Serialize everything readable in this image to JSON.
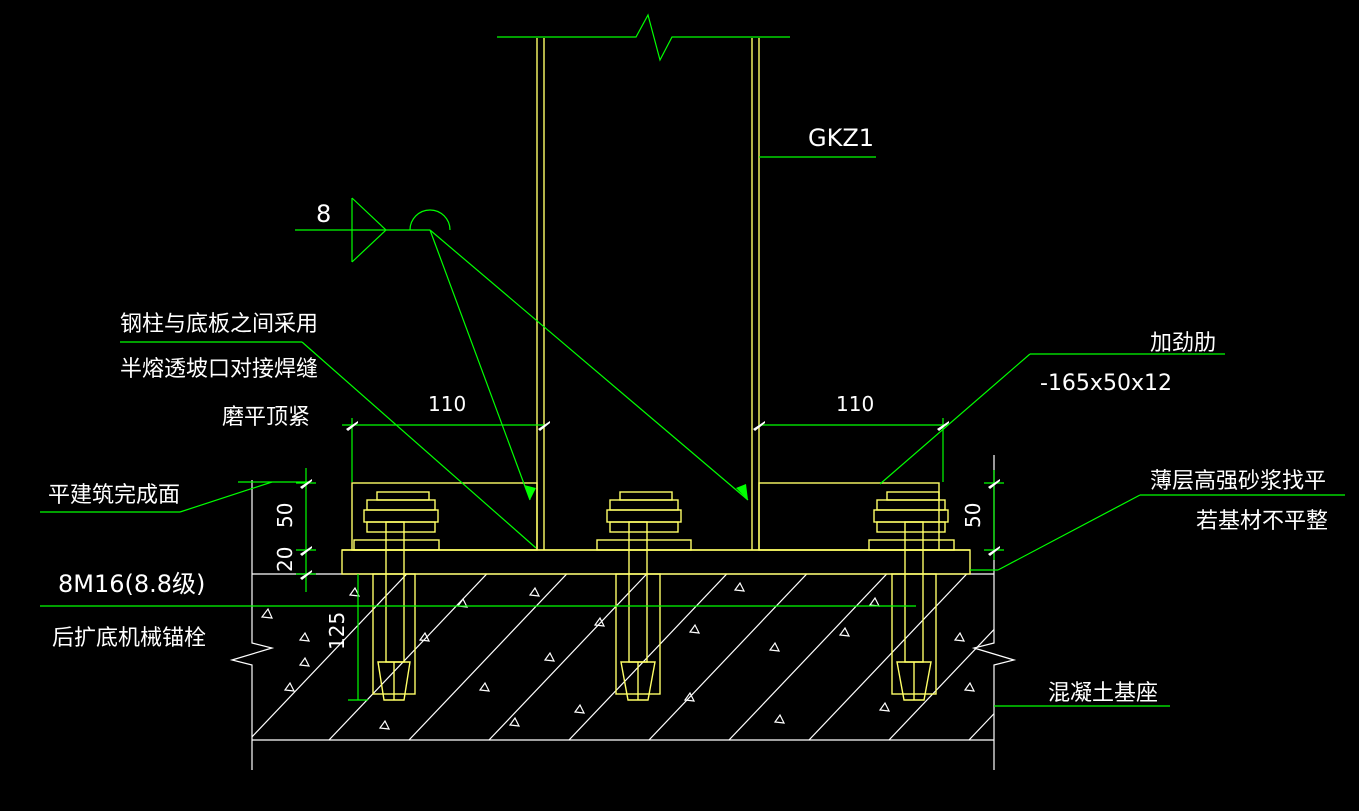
{
  "labels": {
    "column_id": "GKZ1",
    "weld_size": "8",
    "weld_note_line1": "钢柱与底板之间采用",
    "weld_note_line2": "半熔透坡口对接焊缝",
    "weld_note_line3": "磨平顶紧",
    "stiffener_title": "加劲肋",
    "stiffener_spec": "-165x50x12",
    "finish_surface": "平建筑完成面",
    "grout_line1": "薄层高强砂浆找平",
    "grout_line2": "若基材不平整",
    "anchor_spec": "8M16(8.8级)",
    "anchor_type": "后扩底机械锚栓",
    "concrete_base": "混凝土基座"
  },
  "dimensions": {
    "left_offset": "110",
    "right_offset": "110",
    "stiffener_height_left": "50",
    "stiffener_height_right": "50",
    "grout_thickness": "20",
    "embed_depth": "125"
  },
  "colors": {
    "background": "#000000",
    "steel_yellow": "#ffff66",
    "leader_green": "#00ff00",
    "text_white": "#ffffff"
  }
}
